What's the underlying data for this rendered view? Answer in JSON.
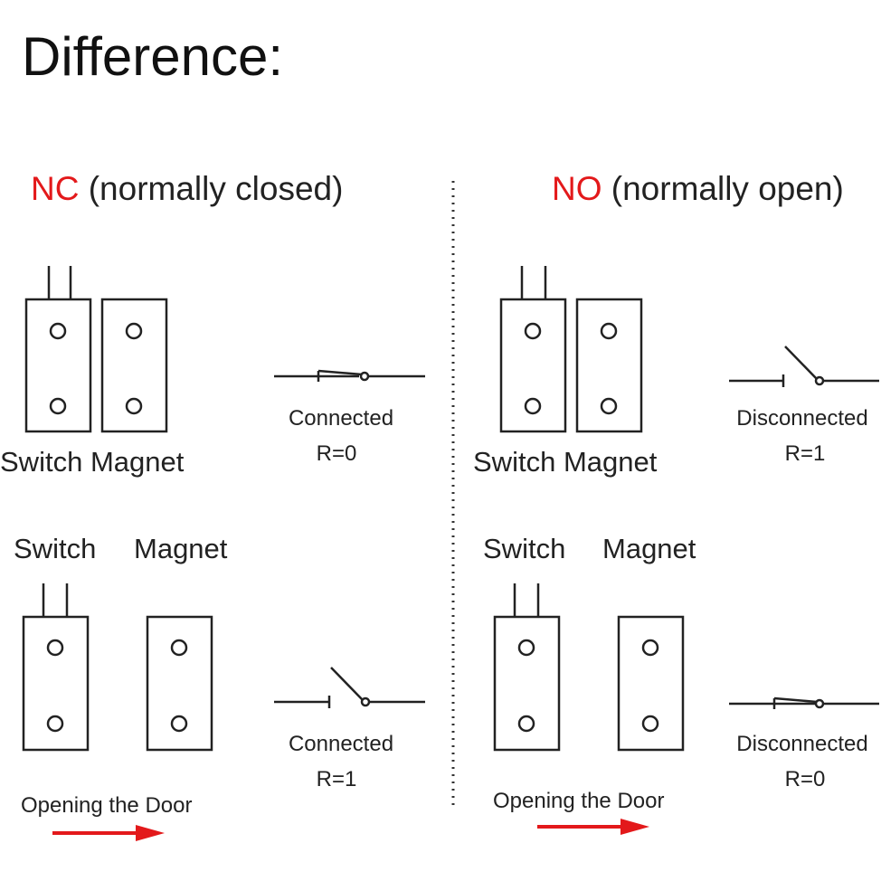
{
  "title": "Difference:",
  "nc": {
    "abbr": "NC",
    "desc": " (normally closed)",
    "closed_state": {
      "switch_label": "Switch",
      "magnet_label": "Magnet",
      "status": "Connected",
      "resistance": "R=0"
    },
    "open_state": {
      "switch_label": "Switch",
      "magnet_label": "Magnet",
      "status": "Connected",
      "resistance": "R=1",
      "action": "Opening the Door"
    }
  },
  "no": {
    "abbr": "NO",
    "desc": " (normally open)",
    "closed_state": {
      "switch_label": "Switch",
      "magnet_label": "Magnet",
      "status": "Disconnected",
      "resistance": "R=1"
    },
    "open_state": {
      "switch_label": "Switch",
      "magnet_label": "Magnet",
      "status": "Disconnected",
      "resistance": "R=0",
      "action": "Opening the Door"
    }
  },
  "colors": {
    "accent_red": "#e3191b",
    "line": "#222222",
    "divider": "#333333"
  }
}
